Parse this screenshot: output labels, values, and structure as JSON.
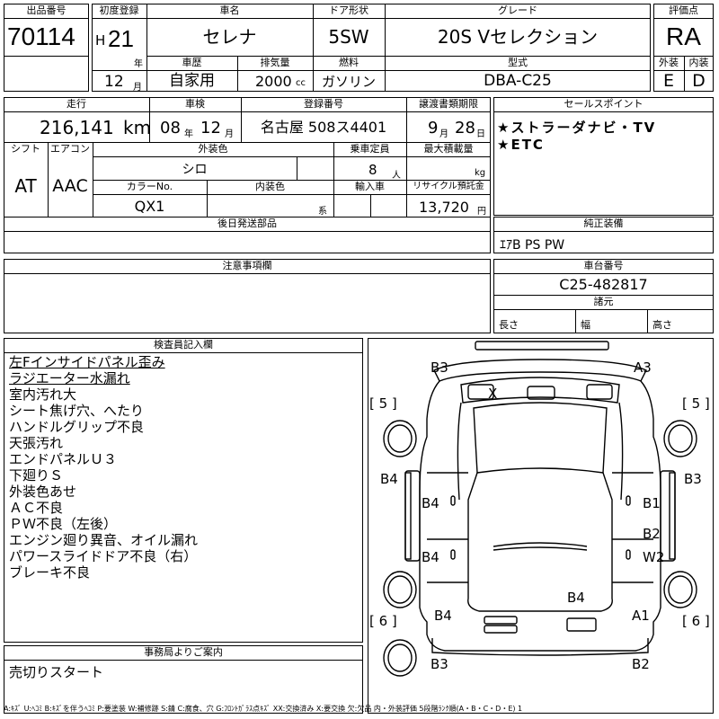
{
  "header": {
    "lot_label": "出品番号",
    "lot_value": "70114",
    "first_reg_label": "初度登録",
    "era": "H",
    "year": "21",
    "year_unit": "年",
    "month_value": "12",
    "month_unit": "月",
    "car_name_label": "車名",
    "car_name": "セレナ",
    "door_label": "ドア形状",
    "door_value": "5SW",
    "grade_label": "グレード",
    "grade_value": "20S Vセレクション",
    "score_label": "評価点",
    "score_value": "RA",
    "history_label": "車歴",
    "history_value": "自家用",
    "displacement_label": "排気量",
    "displacement_value": "2000",
    "displacement_unit": "cc",
    "fuel_label": "燃料",
    "fuel_value": "ガソリン",
    "model_label": "型式",
    "model_value": "DBA-C25",
    "exterior_label": "外装",
    "exterior_value": "E",
    "interior_label": "内装",
    "interior_value": "D"
  },
  "row2": {
    "mileage_label": "走行",
    "mileage_value": "216,141",
    "mileage_unit": "km",
    "inspection_label": "車検",
    "inspection_year": "08",
    "inspection_year_unit": "年",
    "inspection_month": "12",
    "inspection_month_unit": "月",
    "plate_label": "登録番号",
    "plate_value": "名古屋 508ス4401",
    "transfer_label": "譲渡書類期限",
    "transfer_month": "9",
    "transfer_month_unit": "月",
    "transfer_day": "28",
    "transfer_day_unit": "日",
    "shift_label": "シフト",
    "shift_value": "AT",
    "ac_label": "エアコン",
    "ac_value": "AAC",
    "color_label": "外装色",
    "color_value": "シロ",
    "capacity_label": "乗車定員",
    "capacity_value": "8",
    "capacity_unit": "人",
    "load_label": "最大積載量",
    "load_unit": "kg",
    "color_no_label": "カラーNo.",
    "color_no_value": "QX1",
    "interior_color_label": "内装色",
    "interior_color_unit": "系",
    "import_label": "輸入車",
    "recycle_label": "リサイクル預託金",
    "recycle_value": "13,720",
    "recycle_unit": "円",
    "later_label": "後日発送部品"
  },
  "sales": {
    "label": "セールスポイント",
    "lines": [
      "★ストラーダナビ・TV",
      "★ETC"
    ]
  },
  "equipment": {
    "label": "純正装備",
    "value": "ｴｱB PS PW"
  },
  "notes": {
    "label": "注意事項欄"
  },
  "chassis": {
    "label": "車台番号",
    "value": "C25-482817",
    "dims_label": "諸元",
    "length_label": "長さ",
    "width_label": "幅",
    "height_label": "高さ"
  },
  "inspector": {
    "label": "検査員記入欄",
    "lines": [
      "左Fインサイドパネル歪み",
      "ラジエーター水漏れ",
      "室内汚れ大",
      "シート焦げ穴、へたり",
      "ハンドルグリップ不良",
      "天張汚れ",
      "エンドパネルＵ３",
      "下廻りＳ",
      "外装色あせ",
      "ＡＣ不良",
      "ＰＷ不良（左後）",
      "エンジン廻り異音、オイル漏れ",
      "パワースライドドア不良（右）",
      "ブレーキ不良"
    ]
  },
  "office": {
    "label": "事務局よりご案内",
    "value": "売切りスタート"
  },
  "diagram": {
    "marks": {
      "b3_top_left": "B3",
      "a3_top_right": "A3",
      "windshield_x": "X",
      "tire_fl": "[ 5 ]",
      "tire_fr": "[ 5 ]",
      "b4_left_side": "B4",
      "b3_right_side": "B3",
      "b4_left_front_door": "B4",
      "b1_right_front_door": "B1",
      "b2_right_mid": "B2",
      "b4_left_rear_door": "B4",
      "w2_right_rear_door": "W2",
      "b4_roof_rear": "B4",
      "b4_left_rear_quarter": "B4",
      "a1_right_rear_quarter": "A1",
      "tire_rl": "[ 6 ]",
      "tire_rr": "[ 6 ]",
      "b3_bottom_left": "B3",
      "b2_bottom_right": "B2"
    }
  },
  "footer": {
    "legend": "A:ｷｽﾞ U:ﾍｺﾐ B:ｷｽﾞを伴うﾍｺﾐ P:要塗装 W:補修跡 S:錆 C:腐食、穴 G:ﾌﾛﾝﾄｶﾞﾗｽ点ｷｽﾞ XX:交換済み X:要交換 欠:欠品 内・外装評価 5段階ﾗﾝｸ順(A・B・C・D・E) 1"
  }
}
